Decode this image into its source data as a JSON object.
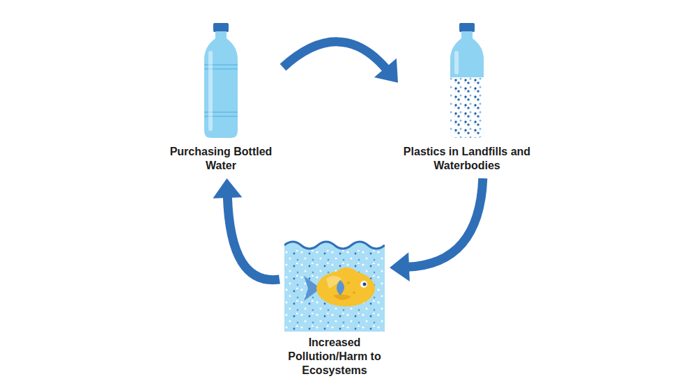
{
  "diagram": {
    "nodes": [
      {
        "text": [
          "Purchasing Bottled Water"
        ]
      },
      {
        "text": [
          "Plastics in Landfills and Waterbodies"
        ]
      },
      {
        "text": [
          "Increased Pollution/Harm to Ecosystems"
        ]
      }
    ],
    "edges": [
      {
        "from": 0,
        "to": 1,
        "arrow": "to"
      },
      {
        "from": 1,
        "to": 2,
        "arrow": "to"
      },
      {
        "from": 2,
        "to": 0,
        "arrow": "to"
      }
    ]
  }
}
